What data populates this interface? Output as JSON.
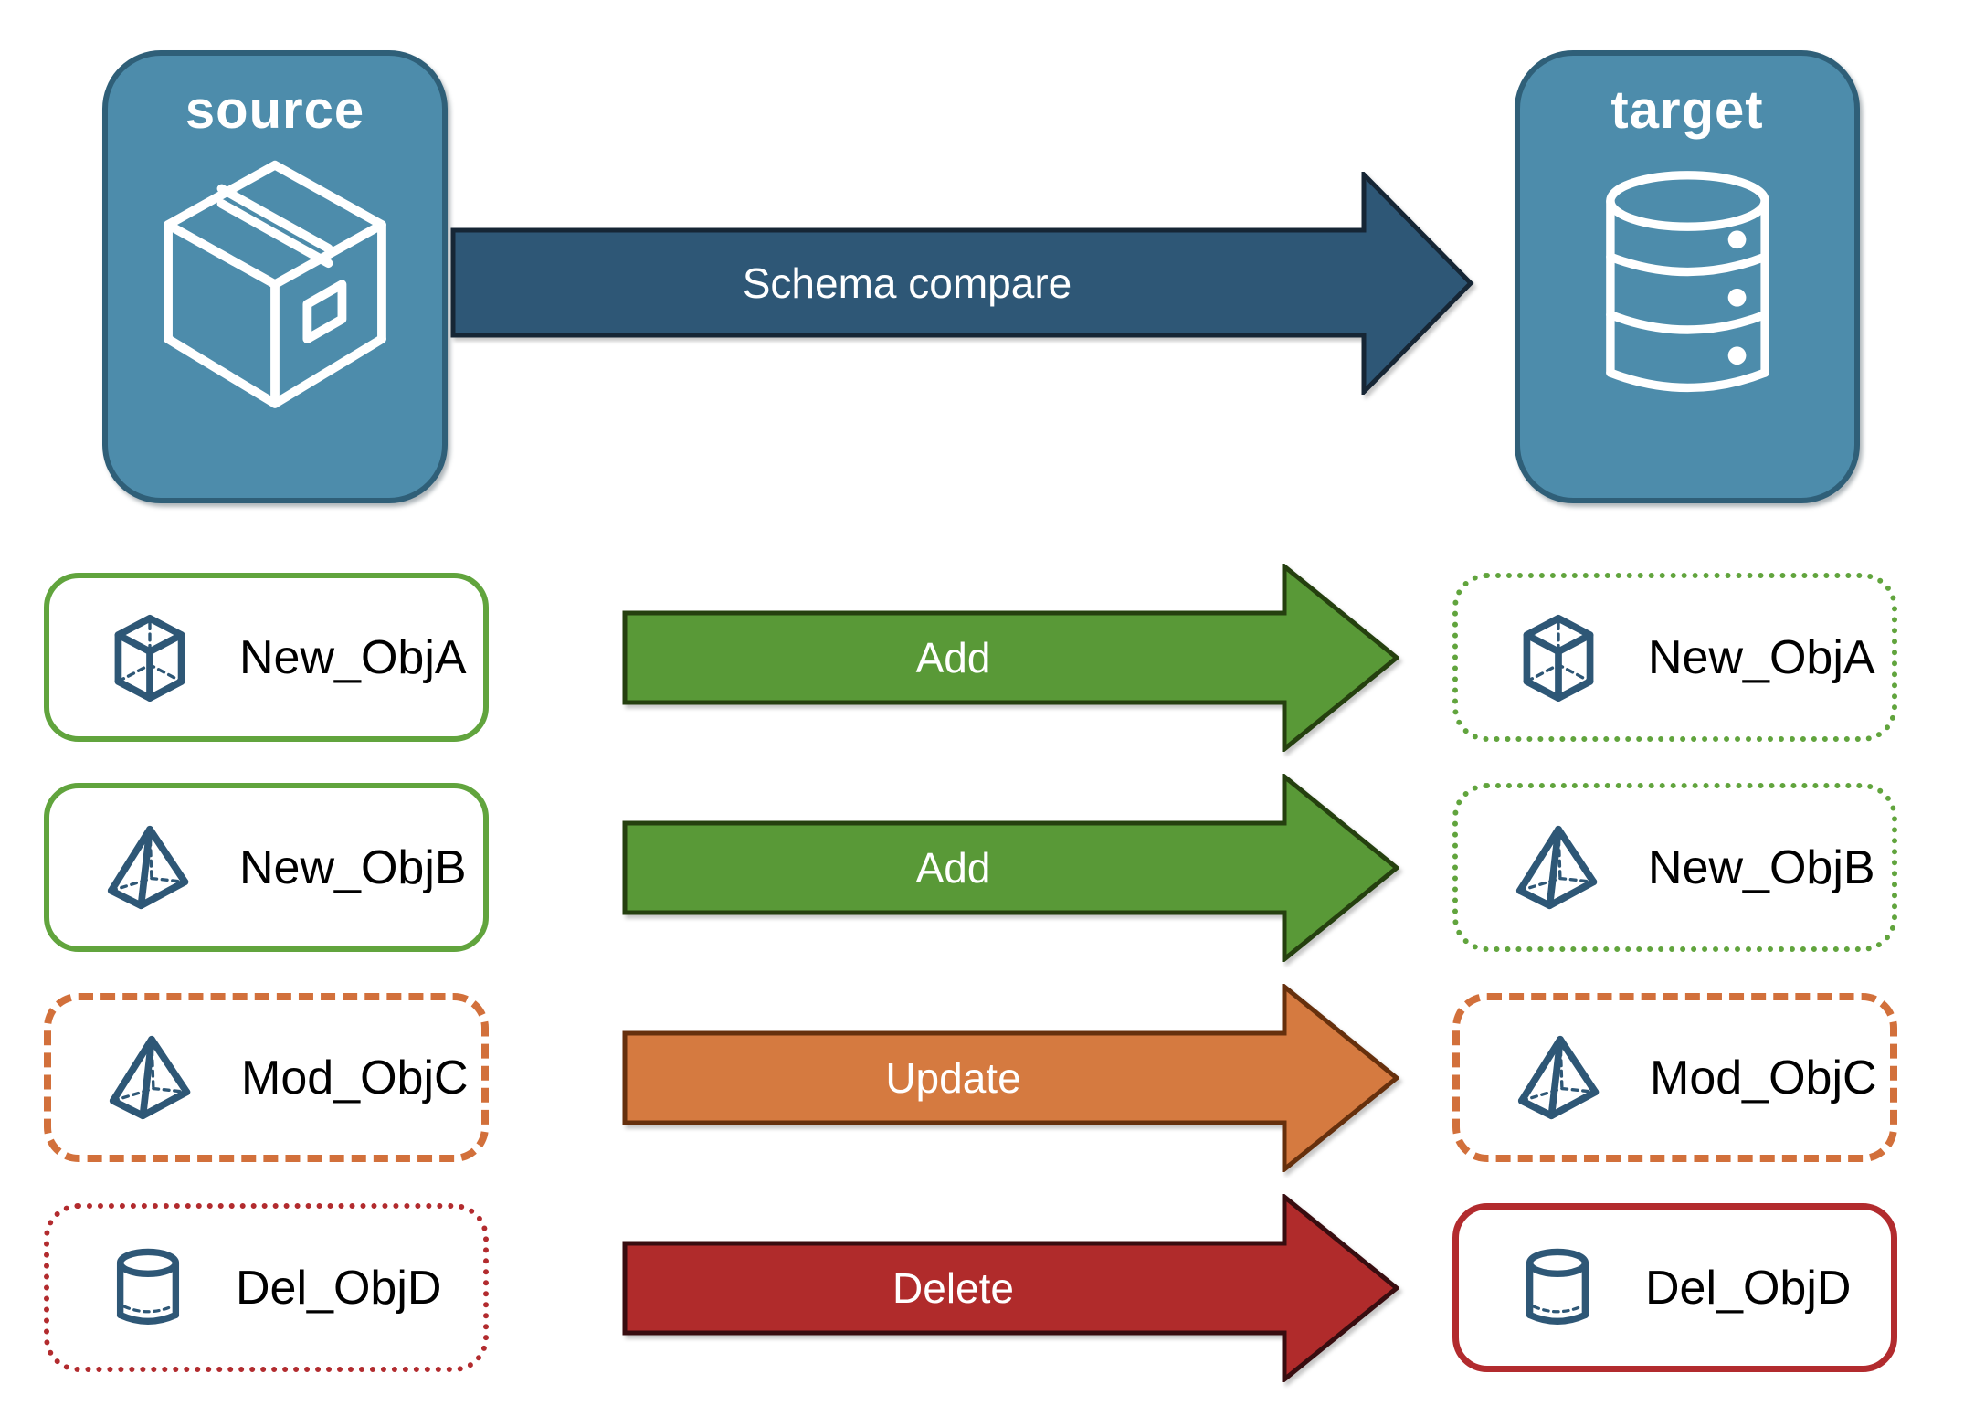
{
  "nodes": {
    "source": {
      "label": "source",
      "icon": "package-icon"
    },
    "target": {
      "label": "target",
      "icon": "database-icon"
    }
  },
  "main_arrow": {
    "label": "Schema compare"
  },
  "rows": [
    {
      "object": "New_ObjA",
      "icon": "cube-icon",
      "action": "Add",
      "source_border": "solid-green",
      "target_border": "dotted-green",
      "arrow_color": "#599937"
    },
    {
      "object": "New_ObjB",
      "icon": "pyramid-icon",
      "action": "Add",
      "source_border": "solid-green",
      "target_border": "dotted-green",
      "arrow_color": "#599937"
    },
    {
      "object": "Mod_ObjC",
      "icon": "pyramid-icon",
      "action": "Update",
      "source_border": "dashed-orange",
      "target_border": "dashed-orange",
      "arrow_color": "#D57A40"
    },
    {
      "object": "Del_ObjD",
      "icon": "cylinder-icon",
      "action": "Delete",
      "source_border": "dotted-red",
      "target_border": "solid-red",
      "arrow_color": "#B02B2B"
    }
  ],
  "colors": {
    "node_fill": "#4D8CAB",
    "node_border": "#2F5F78",
    "main_arrow_fill": "#2E5776",
    "add_arrow_fill": "#599937",
    "update_arrow_fill": "#D57A40",
    "delete_arrow_fill": "#B02B2B",
    "green_border": "#61A43D",
    "orange_border": "#D2703B",
    "red_border": "#B22B2E",
    "object_icon_color": "#2E5776",
    "label_color": "#000000",
    "arrow_text_color": "#FFFFFF"
  }
}
